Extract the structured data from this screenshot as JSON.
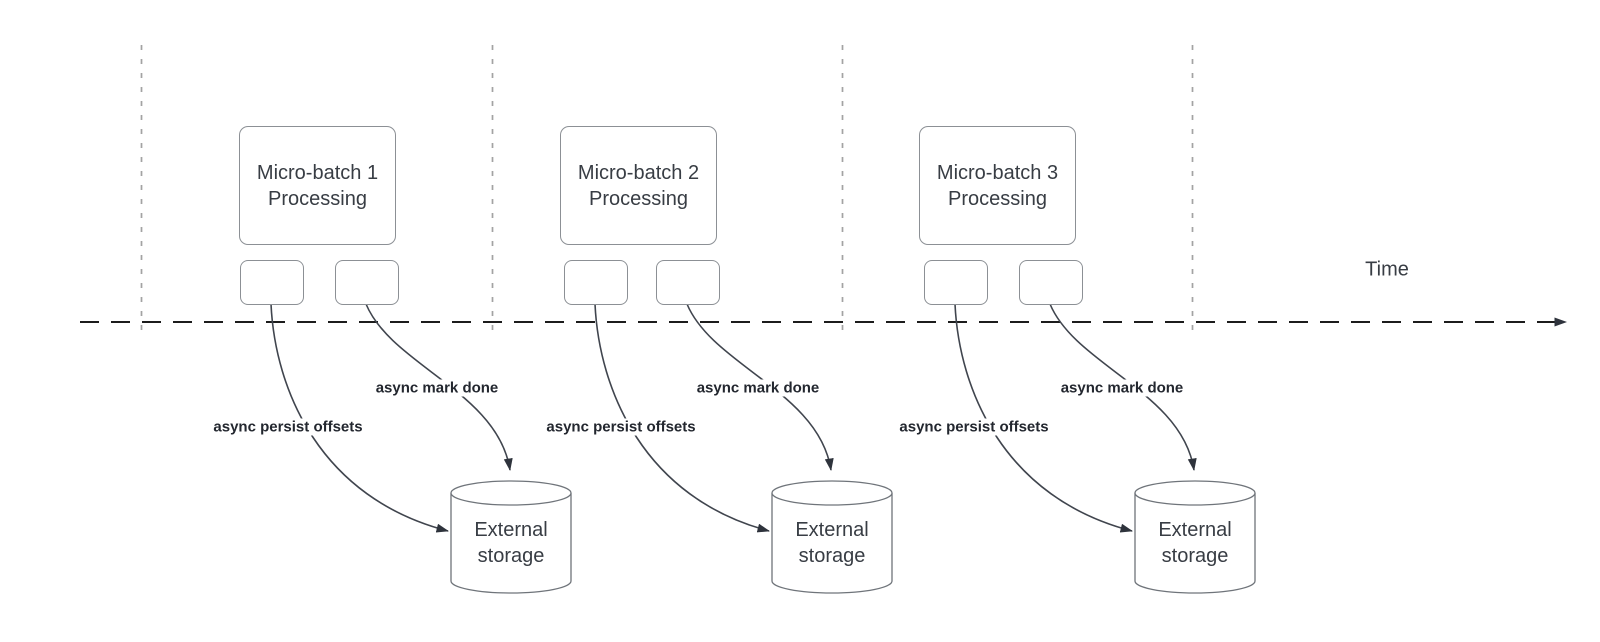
{
  "timeline": {
    "label": "Time"
  },
  "groups": [
    {
      "box": {
        "line1": "Micro-batch 1",
        "line2": "Processing"
      },
      "persist_arrow_label": "async persist offsets",
      "mark_arrow_label": "async mark done",
      "storage": {
        "line1": "External",
        "line2": "storage"
      }
    },
    {
      "box": {
        "line1": "Micro-batch 2",
        "line2": "Processing"
      },
      "persist_arrow_label": "async persist offsets",
      "mark_arrow_label": "async mark done",
      "storage": {
        "line1": "External",
        "line2": "storage"
      }
    },
    {
      "box": {
        "line1": "Micro-batch 3",
        "line2": "Processing"
      },
      "persist_arrow_label": "async persist offsets",
      "mark_arrow_label": "async mark done",
      "storage": {
        "line1": "External",
        "line2": "storage"
      }
    }
  ],
  "colors": {
    "background": "#ffffff",
    "shape_stroke": "#8c9095",
    "cylinder_stroke": "#6f747a",
    "shape_text": "#383d44",
    "arrow_stroke": "#40454e",
    "arrowhead_fill": "#2e333c",
    "edge_label_text": "#23272f",
    "timeline_stroke": "#1c1c1c",
    "guide_stroke": "#a3a3a3"
  }
}
